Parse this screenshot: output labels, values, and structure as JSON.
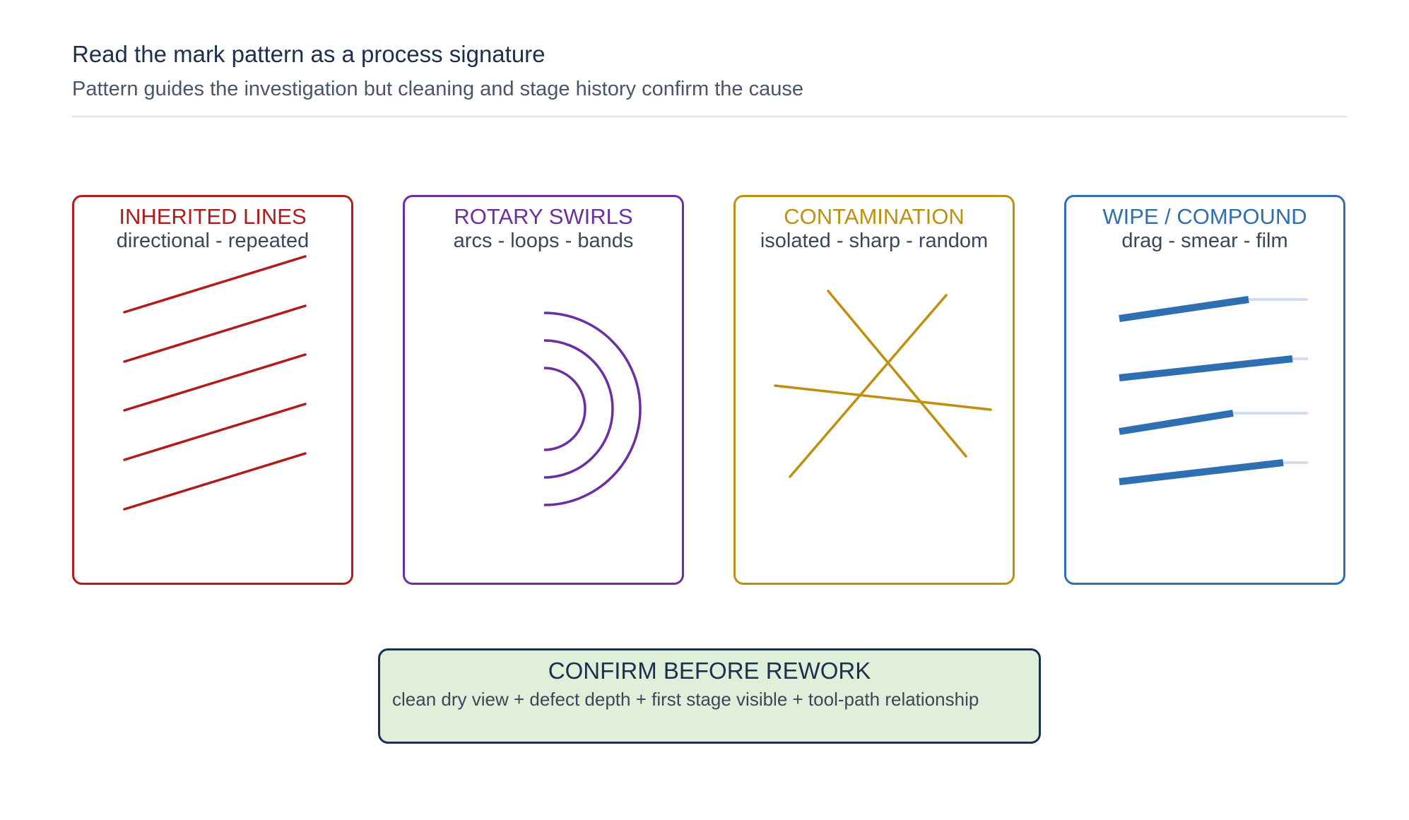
{
  "header": {
    "title": "Read the mark pattern as a process signature",
    "subtitle": "Pattern guides the investigation but cleaning and stage history confirm the cause"
  },
  "cards": [
    {
      "title": "INHERITED LINES",
      "subtitle": "directional - repeated",
      "color": "#b31b1b",
      "glyph": "parallel-diagonal-lines"
    },
    {
      "title": "ROTARY SWIRLS",
      "subtitle": "arcs - loops - bands",
      "color": "#6b2fa0",
      "glyph": "concentric-arcs"
    },
    {
      "title": "CONTAMINATION",
      "subtitle": "isolated - sharp - random",
      "color": "#bf900f",
      "glyph": "crossing-random-scratches"
    },
    {
      "title": "WIPE / COMPOUND",
      "subtitle": "drag - smear - film",
      "color": "#2e6fb2",
      "accent": "#d5ddec",
      "glyph": "drag-smear-strokes"
    }
  ],
  "confirm": {
    "title": "CONFIRM BEFORE REWORK",
    "body": "clean dry view + defect depth + first stage visible + tool-path relationship",
    "border_color": "#1c2f4f",
    "fill_color": "#e0efd9"
  }
}
